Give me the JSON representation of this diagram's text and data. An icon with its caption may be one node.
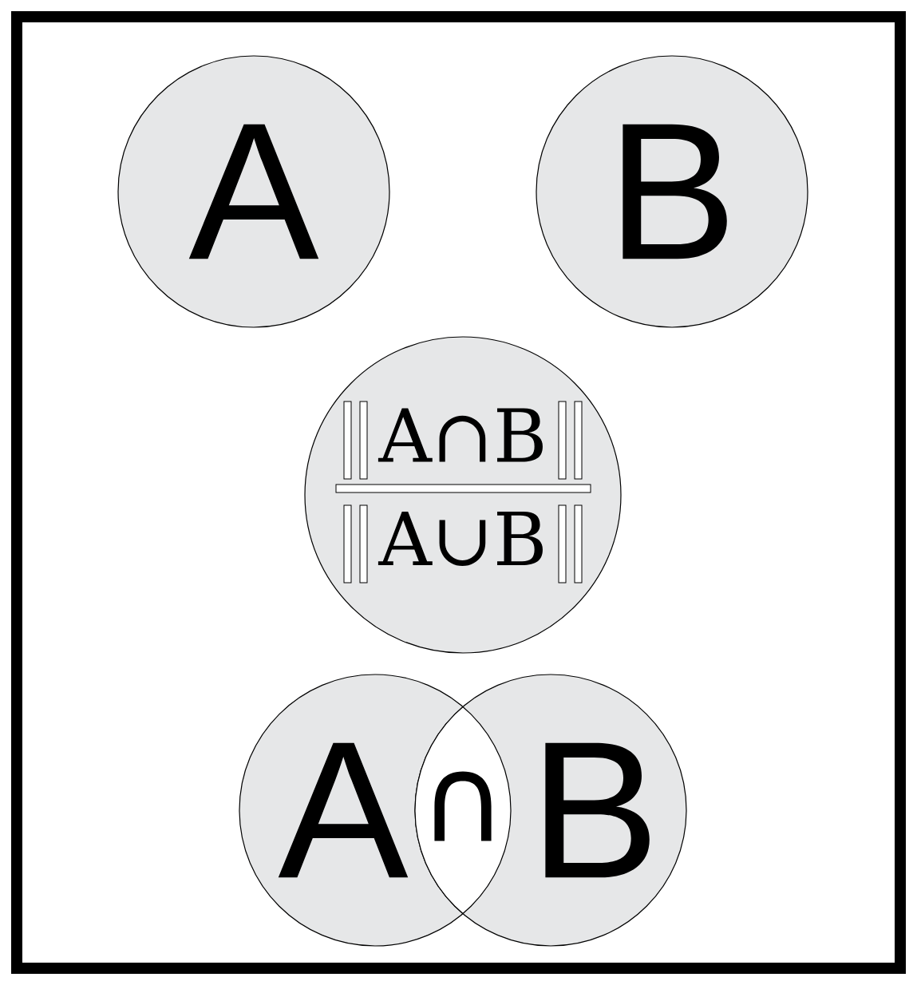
{
  "diagram": {
    "nodes": [
      {
        "text": [
          "A"
        ]
      },
      {
        "text": [
          "B"
        ]
      },
      {
        "text": [
          "A∩B",
          "A∪B"
        ]
      },
      {
        "text": [
          "A"
        ]
      },
      {
        "text": [
          "B"
        ]
      },
      {
        "text": [
          "∩"
        ]
      }
    ]
  }
}
